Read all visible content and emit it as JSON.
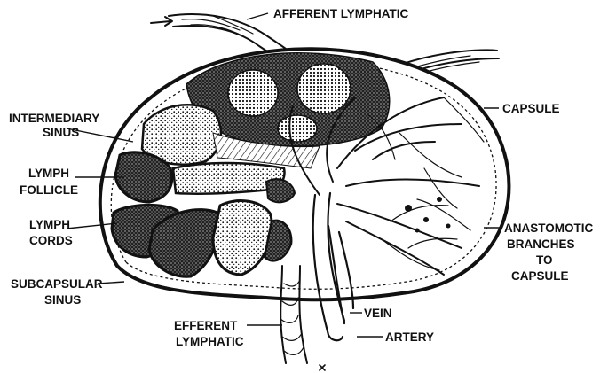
{
  "diagram": {
    "labels": {
      "afferent_lymphatic": "AFFERENT LYMPHATIC",
      "capsule": "CAPSULE",
      "intermediary_sinus_1": "INTERMEDIARY",
      "intermediary_sinus_2": "SINUS",
      "lymph_follicle_1": "LYMPH",
      "lymph_follicle_2": "FOLLICLE",
      "lymph_cords_1": "LYMPH",
      "lymph_cords_2": "CORDS",
      "subcapsular_sinus_1": "SUBCAPSULAR",
      "subcapsular_sinus_2": "SINUS",
      "anastomotic_1": "ANASTOMOTIC",
      "anastomotic_2": "BRANCHES",
      "anastomotic_3": "TO",
      "anastomotic_4": "CAPSULE",
      "efferent_lymphatic_1": "EFFERENT",
      "efferent_lymphatic_2": "LYMPHATIC",
      "vein": "VEIN",
      "artery": "ARTERY"
    },
    "colors": {
      "ink": "#111111",
      "paper": "#ffffff"
    }
  }
}
